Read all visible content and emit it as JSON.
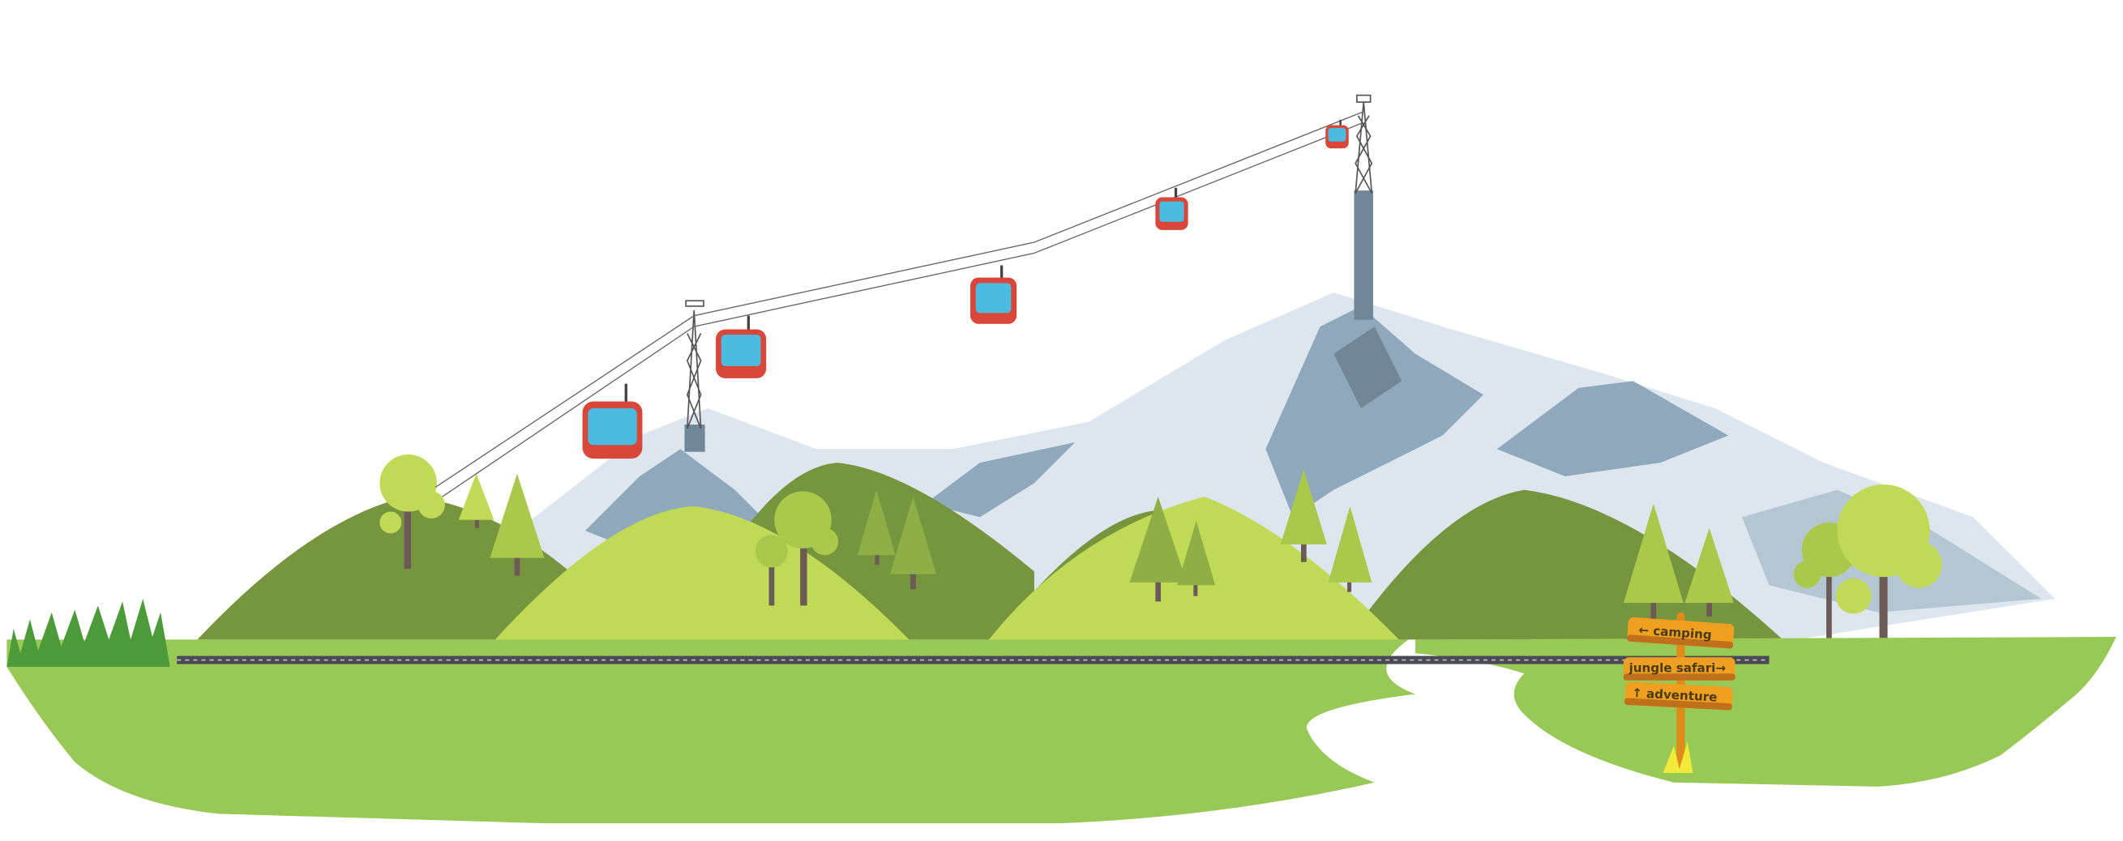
{
  "signpost": {
    "signs": [
      {
        "label": "camping",
        "arrow": "←"
      },
      {
        "label": "jungle safari",
        "arrow": "→"
      },
      {
        "label": "adventure",
        "arrow": "↑"
      }
    ]
  },
  "colors": {
    "grass": "#98c855",
    "hill_dark": "#77953f",
    "hill_light": "#c0d957",
    "snow": "#dde6ee",
    "rock": "#8fa8bb",
    "rock_dark": "#6f8799",
    "gondola": "#d9473b",
    "glass": "#4bbbe0",
    "sign": "#f0a020",
    "trunk": "#6b5a55"
  }
}
